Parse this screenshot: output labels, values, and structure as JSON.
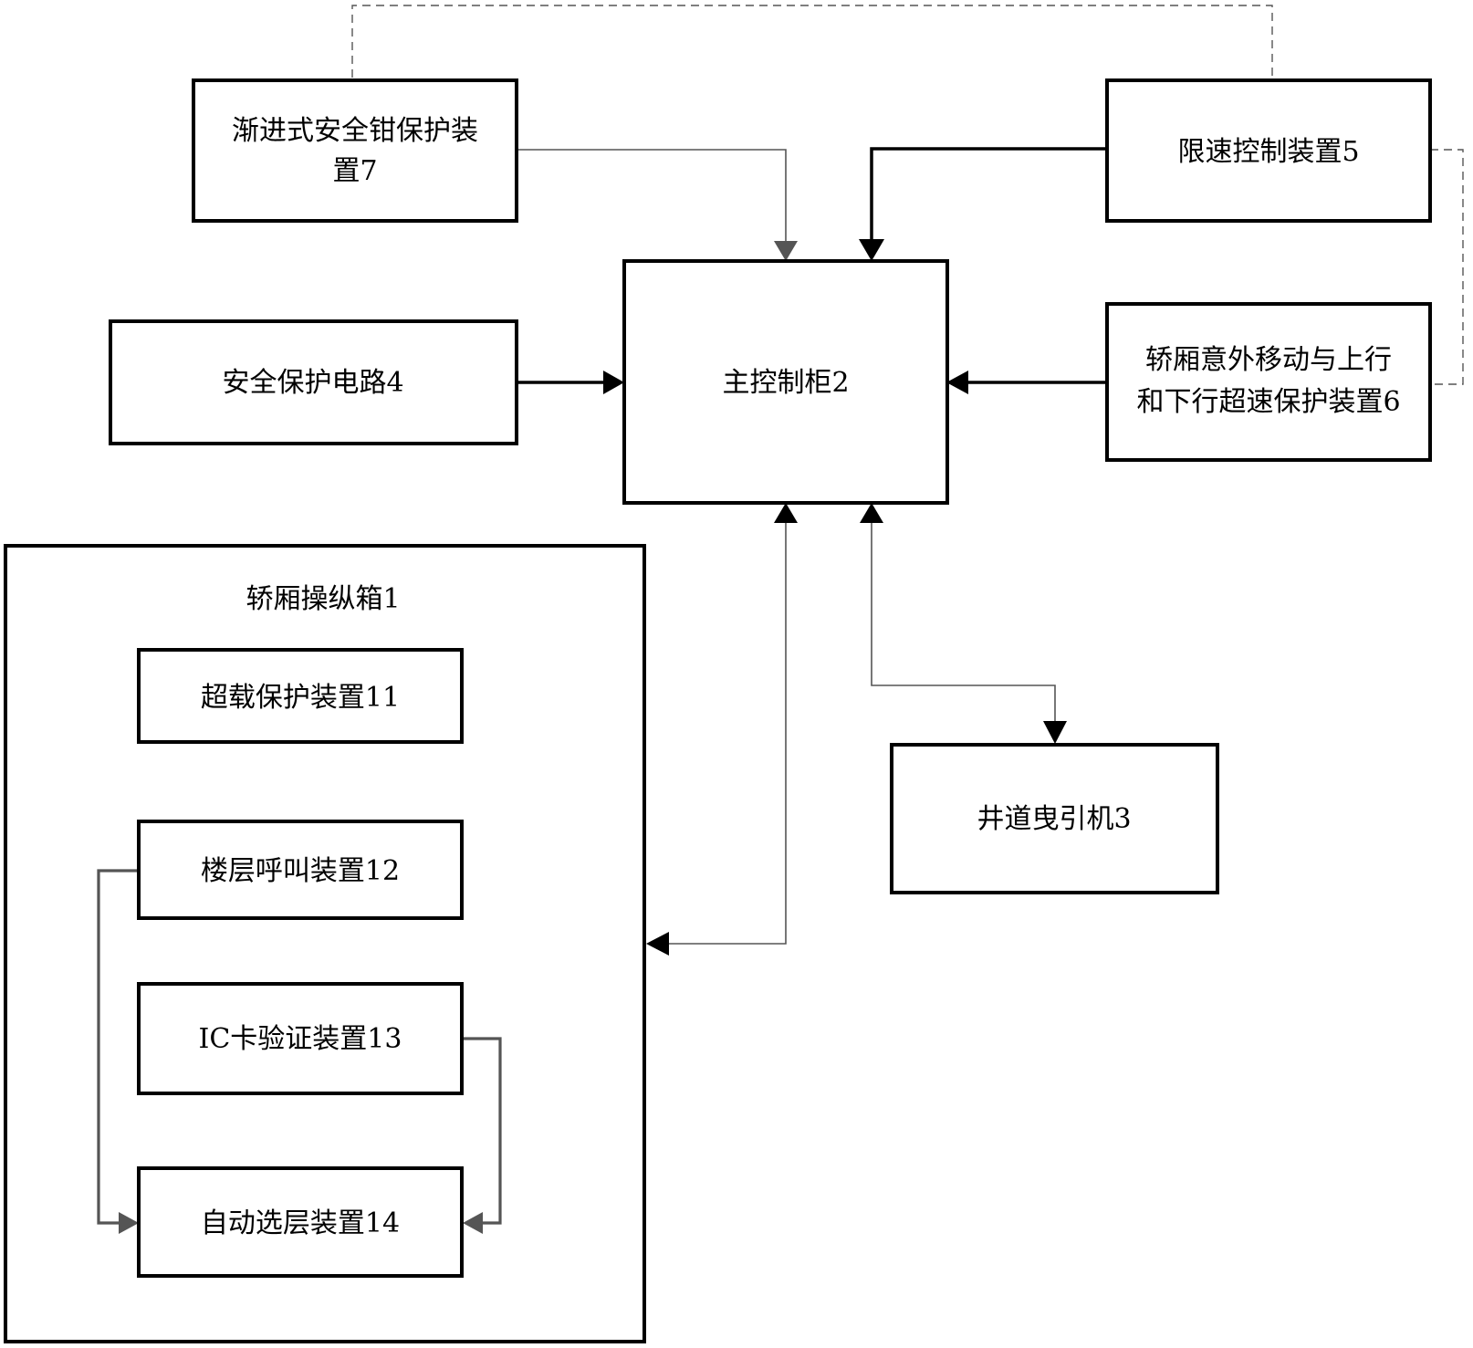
{
  "nodes": {
    "car_control_box": "轿厢操纵箱1",
    "main_control_cabinet": "主控制柜2",
    "shaft_traction_machine": "井道曳引机3",
    "safety_protection_circuit": "安全保护电路4",
    "speed_limit_control_device": "限速控制装置5",
    "overspeed_protection_device": [
      "轿厢意外移动与上行",
      "和下行超速保护装置6"
    ],
    "progressive_safety_gear_device": [
      "渐进式安全钳保护装",
      "置7"
    ],
    "overload_protection_device": "超载保护装置11",
    "floor_call_device": "楼层呼叫装置12",
    "ic_card_verification_device": "IC卡验证装置13",
    "auto_floor_selection_device": "自动选层装置14"
  },
  "connections": [
    {
      "from": "progressive_safety_gear_device",
      "to": "main_control_cabinet",
      "style": "thin",
      "direction": "one-way"
    },
    {
      "from": "speed_limit_control_device",
      "to": "main_control_cabinet",
      "style": "thick",
      "direction": "one-way"
    },
    {
      "from": "safety_protection_circuit",
      "to": "main_control_cabinet",
      "style": "thick",
      "direction": "one-way"
    },
    {
      "from": "overspeed_protection_device",
      "to": "main_control_cabinet",
      "style": "thick",
      "direction": "one-way"
    },
    {
      "from": "main_control_cabinet",
      "to": "car_control_box",
      "style": "thin",
      "direction": "two-way"
    },
    {
      "from": "main_control_cabinet",
      "to": "shaft_traction_machine",
      "style": "thin",
      "direction": "two-way"
    },
    {
      "from": "floor_call_device",
      "to": "auto_floor_selection_device",
      "style": "gray",
      "direction": "one-way"
    },
    {
      "from": "ic_card_verification_device",
      "to": "auto_floor_selection_device",
      "style": "gray",
      "direction": "one-way"
    },
    {
      "from": "progressive_safety_gear_device",
      "to": "speed_limit_control_device",
      "style": "dashed",
      "direction": "none"
    },
    {
      "from": "speed_limit_control_device",
      "to": "overspeed_protection_device",
      "style": "dashed",
      "direction": "none"
    }
  ],
  "colors": {
    "box_border": "#000000",
    "line": "#555555",
    "background": "#ffffff"
  }
}
